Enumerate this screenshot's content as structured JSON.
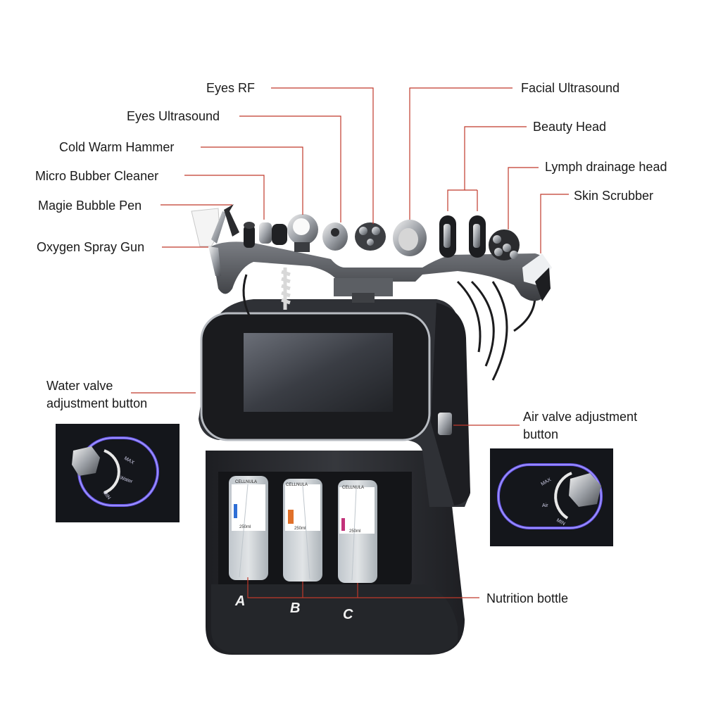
{
  "callouts": {
    "eyes_rf": "Eyes RF",
    "eyes_ultrasound": "Eyes Ultrasound",
    "cold_warm_hammer": "Cold Warm Hammer",
    "micro_bubber_cleaner": "Micro Bubber Cleaner",
    "magie_bubble_pen": "Magie Bubble Pen",
    "oxygen_spray_gun": "Oxygen Spray Gun",
    "facial_ultrasound": "Facial Ultrasound",
    "beauty_head": "Beauty Head",
    "lymph_drainage_head": "Lymph drainage head",
    "skin_scrubber": "Skin Scrubber",
    "water_valve": "Water valve adjustment button",
    "air_valve": "Air valve adjustment button",
    "nutrition_bottle": "Nutrition bottle"
  },
  "bottles": [
    {
      "letter": "A",
      "brand": "CELLNULA",
      "volume": "250ml",
      "accent": "#2f6fd6"
    },
    {
      "letter": "B",
      "brand": "CELLNULA",
      "volume": "250ml",
      "accent": "#e0702a"
    },
    {
      "letter": "C",
      "brand": "CELLNULA",
      "volume": "250ml",
      "accent": "#c2327a"
    }
  ],
  "insets": {
    "water": {
      "max": "MAX",
      "name": "Water",
      "min": "MIN"
    },
    "air": {
      "max": "MAX",
      "name": "Air",
      "min": "MIN"
    }
  },
  "colors": {
    "leader_line": "#c0392b",
    "machine_body": "#2b2c30",
    "led_glow": "#6f5cff"
  }
}
